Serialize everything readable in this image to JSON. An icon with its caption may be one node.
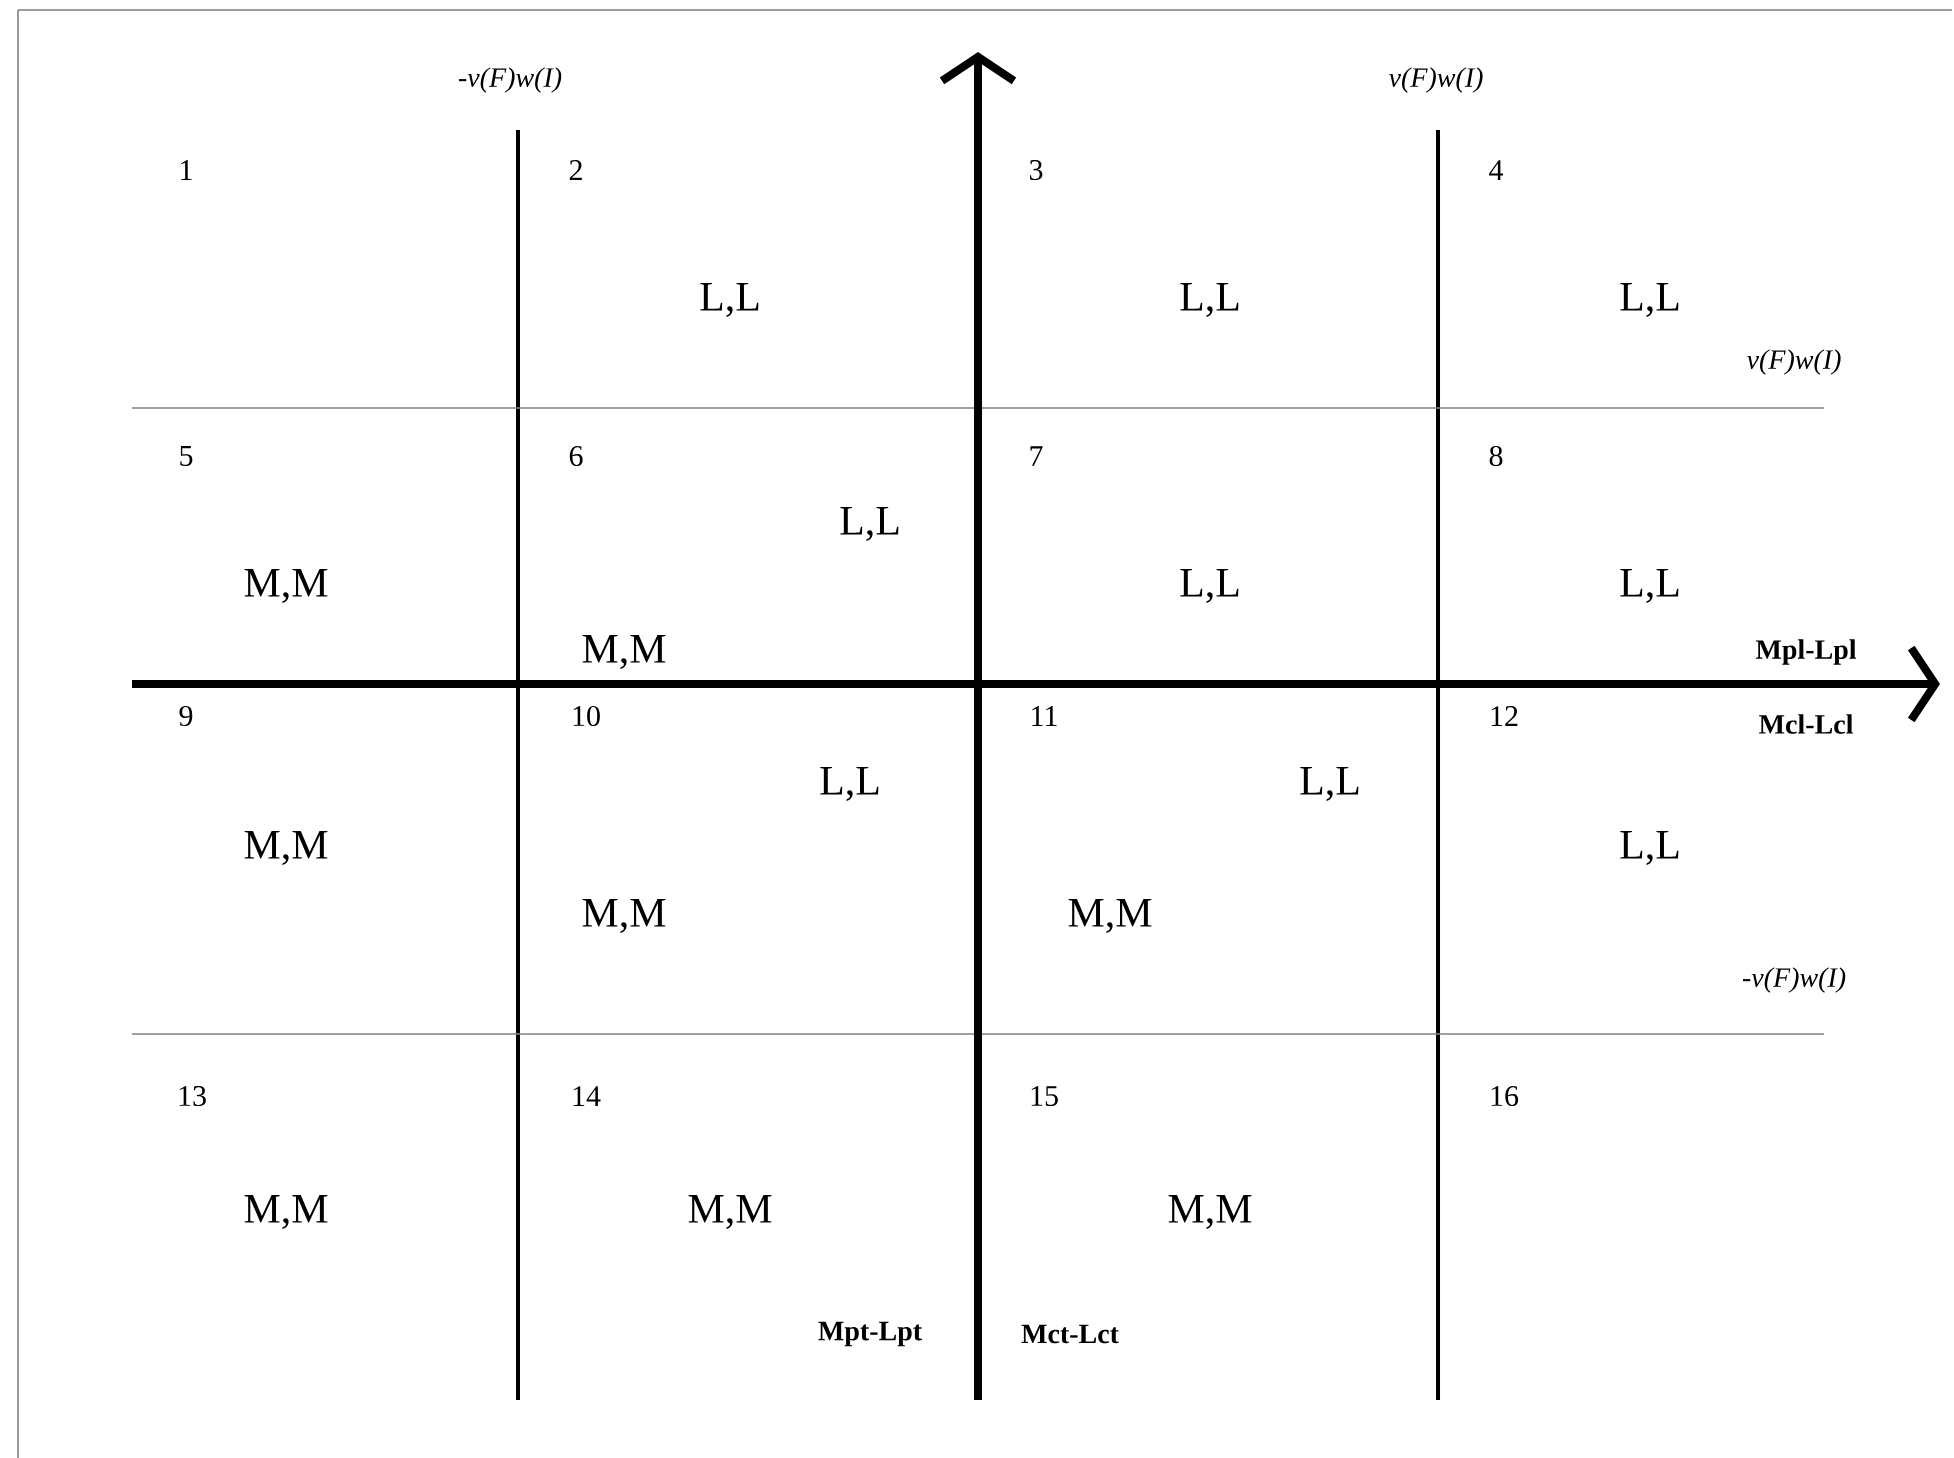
{
  "diagram": {
    "labels": [
      "-v(F)w(I)",
      "v(F)w(I)",
      "1",
      "2",
      "3",
      "4",
      "L,L",
      "L,L",
      "L,L",
      "v(F)w(I)",
      "5",
      "6",
      "7",
      "8",
      "L,L",
      "M,M",
      "L,L",
      "L,L",
      "M,M",
      "Mpl-Lpl",
      "9",
      "10",
      "11",
      "12",
      "Mcl-Lcl",
      "L,L",
      "L,L",
      "M,M",
      "L,L",
      "M,M",
      "M,M",
      "-v(F)w(I)",
      "13",
      "14",
      "15",
      "16",
      "M,M",
      "M,M",
      "M,M",
      "Mpt-Lpt",
      "Mct-Lct"
    ]
  }
}
